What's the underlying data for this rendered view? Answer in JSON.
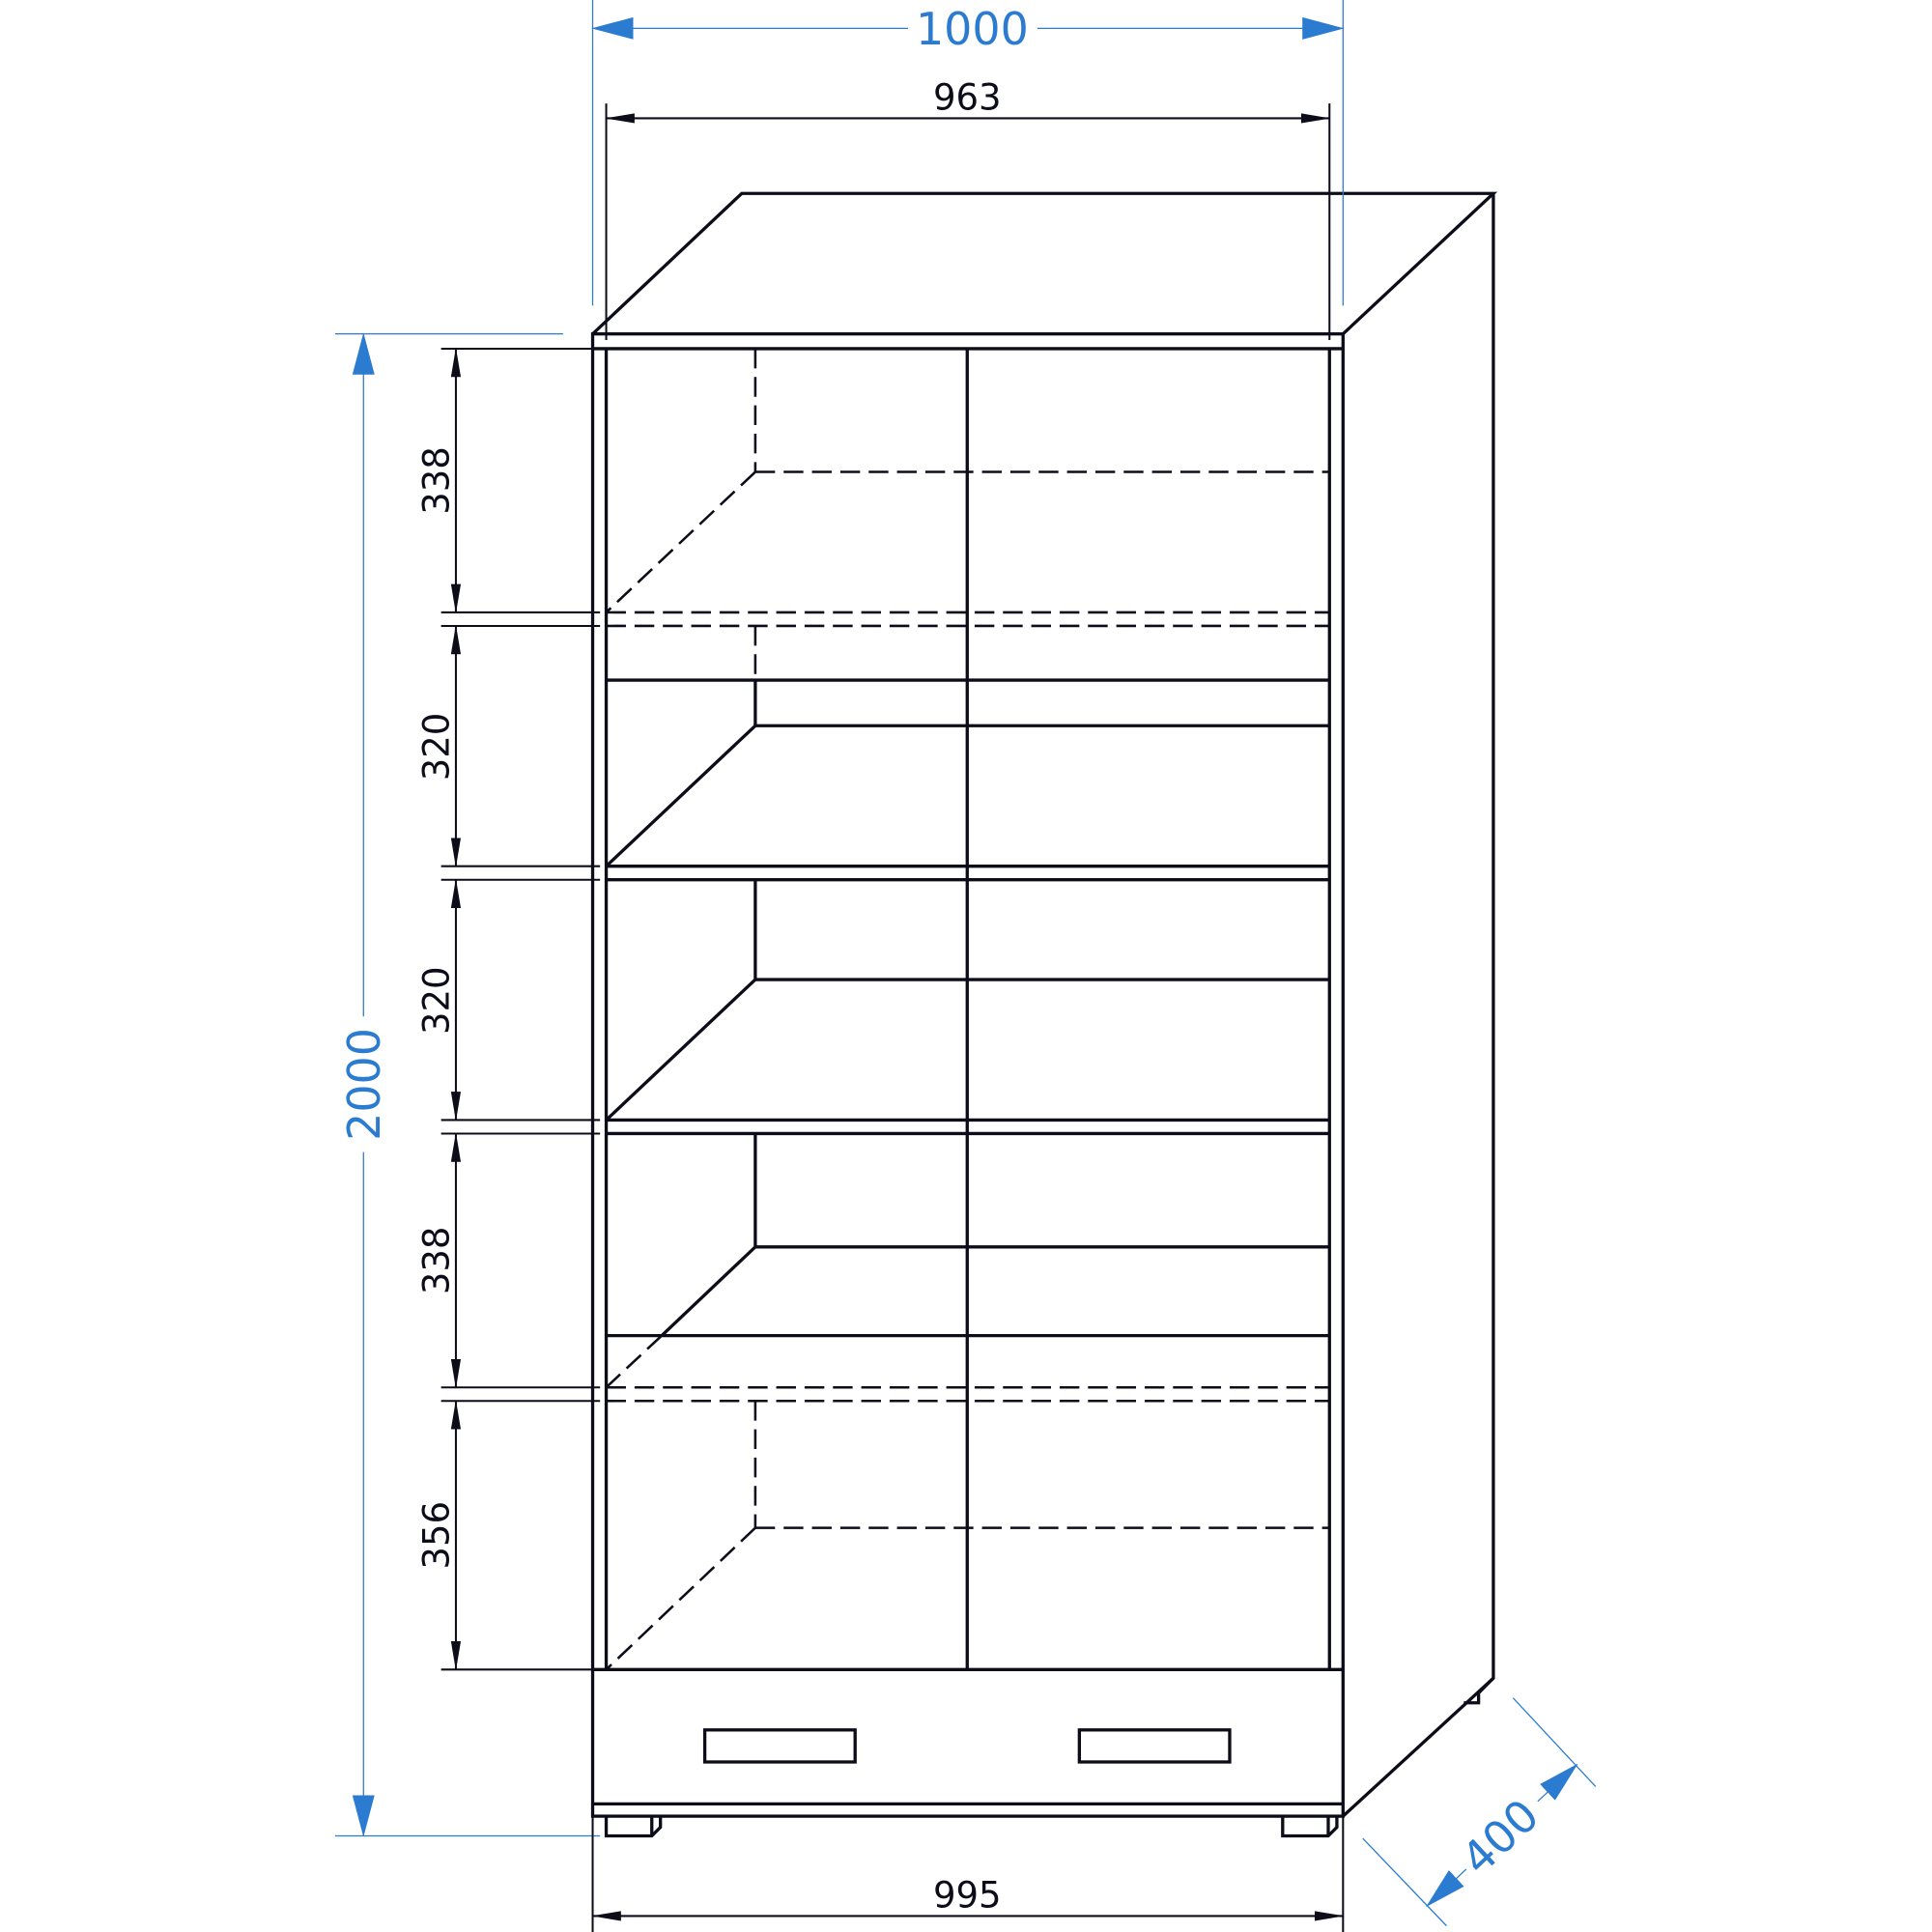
{
  "drawing": {
    "overall": {
      "width": "1000",
      "height": "2000",
      "depth": "400"
    },
    "inner_width": "963",
    "base_width": "995",
    "compartment_heights": [
      "338",
      "320",
      "320",
      "338",
      "356"
    ],
    "colors": {
      "outline": "#0d0d1a",
      "overall_dimensions": "#2b7bd0"
    }
  }
}
